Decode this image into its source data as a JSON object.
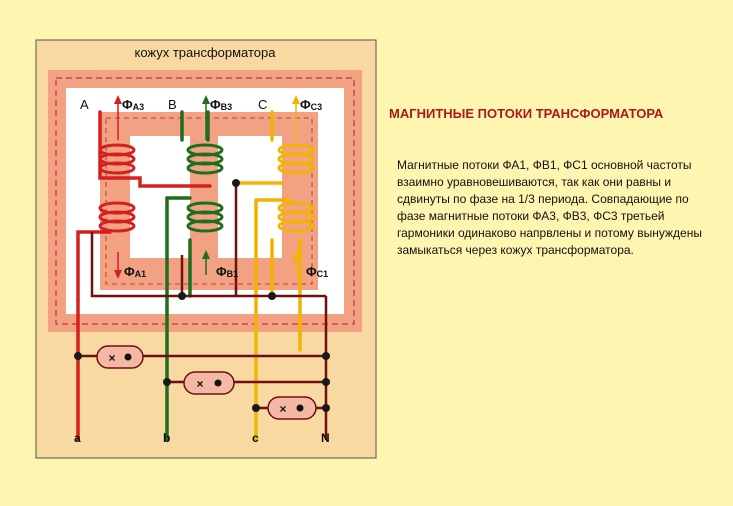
{
  "diagram": {
    "housing_label": "кожух трансформатора",
    "phase_labels": {
      "a_top": "A",
      "b_top": "B",
      "c_top": "C"
    },
    "flux_labels": {
      "fa3": "Φ",
      "fa3_sub": "A3",
      "fb3": "Φ",
      "fb3_sub": "B3",
      "fc3": "Φ",
      "fc3_sub": "C3",
      "fa1": "Φ",
      "fa1_sub": "A1",
      "fb1": "Φ",
      "fb1_sub": "B1",
      "fc1": "Φ",
      "fc1_sub": "C1"
    },
    "terminals": {
      "a": "a",
      "b": "b",
      "c": "c",
      "n": "N"
    },
    "colors": {
      "phase_a": "#d42020",
      "phase_b": "#1f6e1f",
      "phase_c": "#f2b400",
      "neutral": "#6e1010",
      "core": "#f2a283",
      "housing": "#f8d9a2",
      "border": "#b02020"
    }
  },
  "title": "МАГНИТНЫЕ ПОТОКИ ТРАНСФОРМАТОРА",
  "description": "Магнитные потоки ФА1, ФВ1, ФС1 основной частоты взаимно уравновешиваются, так как они равны и сдвинуты по фазе на 1/3 периода. Совпадающие по фазе магнитные потоки ФА3, ФВ3, ФС3 третьей гармоники одинаково напрвлены и потому вынуждены замыкаться через кожух трансформатора."
}
